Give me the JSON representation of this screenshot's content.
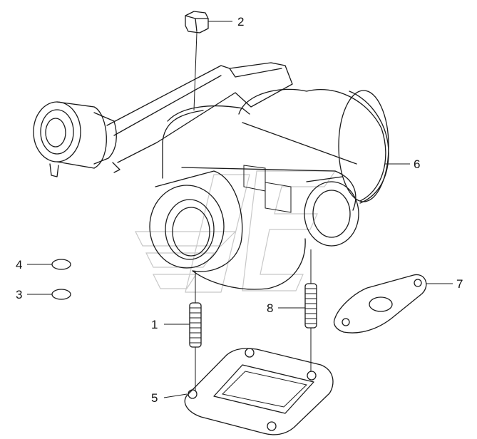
{
  "diagram": {
    "callouts": [
      {
        "id": "1",
        "label": "1"
      },
      {
        "id": "2",
        "label": "2"
      },
      {
        "id": "3",
        "label": "3"
      },
      {
        "id": "4",
        "label": "4"
      },
      {
        "id": "5",
        "label": "5"
      },
      {
        "id": "6",
        "label": "6"
      },
      {
        "id": "7",
        "label": "7"
      },
      {
        "id": "8",
        "label": "8"
      }
    ],
    "colors": {
      "line": "#1a1a1a",
      "watermark": "#c8c8c8",
      "background": "#ffffff"
    }
  }
}
